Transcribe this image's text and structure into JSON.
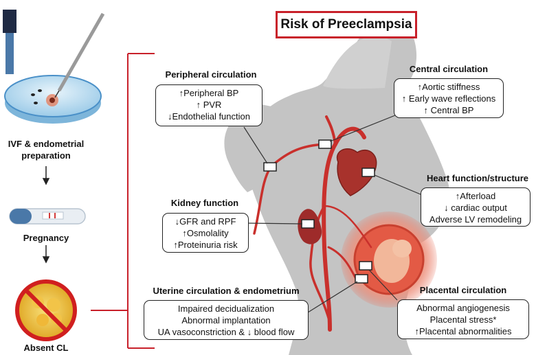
{
  "title": "Risk of Preeclampsia",
  "left_flow": {
    "ivf_label_line1": "IVF & endometrial",
    "ivf_label_line2": "preparation",
    "pregnancy_label": "Pregnancy",
    "absent_cl_label": "Absent CL"
  },
  "sections": {
    "peripheral": {
      "title": "Peripheral circulation",
      "lines": [
        "↑Peripheral BP",
        "↑ PVR",
        "↓Endothelial function"
      ]
    },
    "central": {
      "title": "Central circulation",
      "lines": [
        "↑Aortic stiffness",
        "↑ Early wave reflections",
        "↑ Central BP"
      ]
    },
    "heart": {
      "title": "Heart function/structure",
      "lines": [
        "↑Afterload",
        "↓ cardiac output",
        "Adverse LV remodeling"
      ]
    },
    "kidney": {
      "title": "Kidney function",
      "lines": [
        "↓GFR and RPF",
        "↑Osmolality",
        "↑Proteinuria risk"
      ]
    },
    "uterine": {
      "title": "Uterine circulation & endometrium",
      "lines": [
        "Impaired decidualization",
        "Abnormal implantation",
        "UA vasoconstriction  & ↓ blood flow"
      ]
    },
    "placental": {
      "title": "Placental circulation",
      "lines": [
        "Abnormal angiogenesis",
        "Placental stress*",
        "↑Placental abnormalities"
      ]
    }
  },
  "colors": {
    "accent": "#c8202a",
    "silhouette": "#bdbdbd",
    "vessel": "#c9302c",
    "petri": "#4a90c8"
  }
}
